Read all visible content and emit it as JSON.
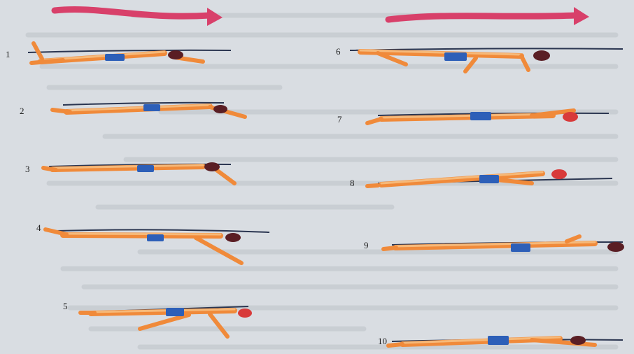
{
  "figure": {
    "step_labels": [
      "1",
      "2",
      "3",
      "4",
      "5",
      "6",
      "7",
      "8",
      "9",
      "10"
    ],
    "colors": {
      "paper": "#d9dde2",
      "bleed_text": "#b7bcc3",
      "direction_arrow": "#d8406a",
      "skin": "#f08a3a",
      "skin_highlight": "#f7c48a",
      "trunks": "#2d5fb8",
      "cap": "#5a1e24",
      "cap_red": "#d83a3a",
      "water": "#2a3550"
    },
    "icons": [
      "swim-direction-arrow-icon",
      "swimmer-figure-icon",
      "water-line-icon"
    ]
  }
}
